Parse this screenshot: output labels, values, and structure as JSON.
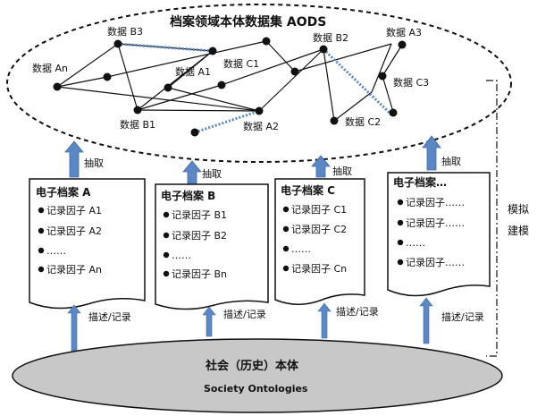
{
  "title": "档案领域本体数据集 AODS",
  "nodes": {
    "b3": "数据 B3",
    "an": "数据 An",
    "a1": "数据 A1",
    "c1": "数据 C1",
    "b2": "数据 B2",
    "a3": "数据 A3",
    "c3": "数据 C3",
    "b1": "数据 B1",
    "a2": "数据 A2",
    "c2": "数据 C2"
  },
  "extract_label": "抽取",
  "describe_label": "描述/记录",
  "modeling_label": [
    "模拟",
    "建模"
  ],
  "documents": [
    {
      "title": "电子档案 A",
      "items": [
        "记录因子 A1",
        "记录因子 A2",
        "……",
        "记录因子 An"
      ]
    },
    {
      "title": "电子档案 B",
      "items": [
        "记录因子 B1",
        "记录因子 B2",
        "……",
        "记录因子 Bn"
      ]
    },
    {
      "title": "电子档案 C",
      "items": [
        "记录因子 C1",
        "记录因子 C2",
        "……",
        "记录因子 Cn"
      ]
    },
    {
      "title": "电子档案…",
      "items": [
        "记录因子……",
        "记录因子……",
        "……",
        "记录因子……"
      ]
    }
  ],
  "society": {
    "title": "社会（历史）本体",
    "subtitle": "Society  Ontologies"
  },
  "colors": {
    "arrow": "#5b87c5",
    "ellipse": "#c8c8c8",
    "dotted_link": "#5b87c5"
  }
}
